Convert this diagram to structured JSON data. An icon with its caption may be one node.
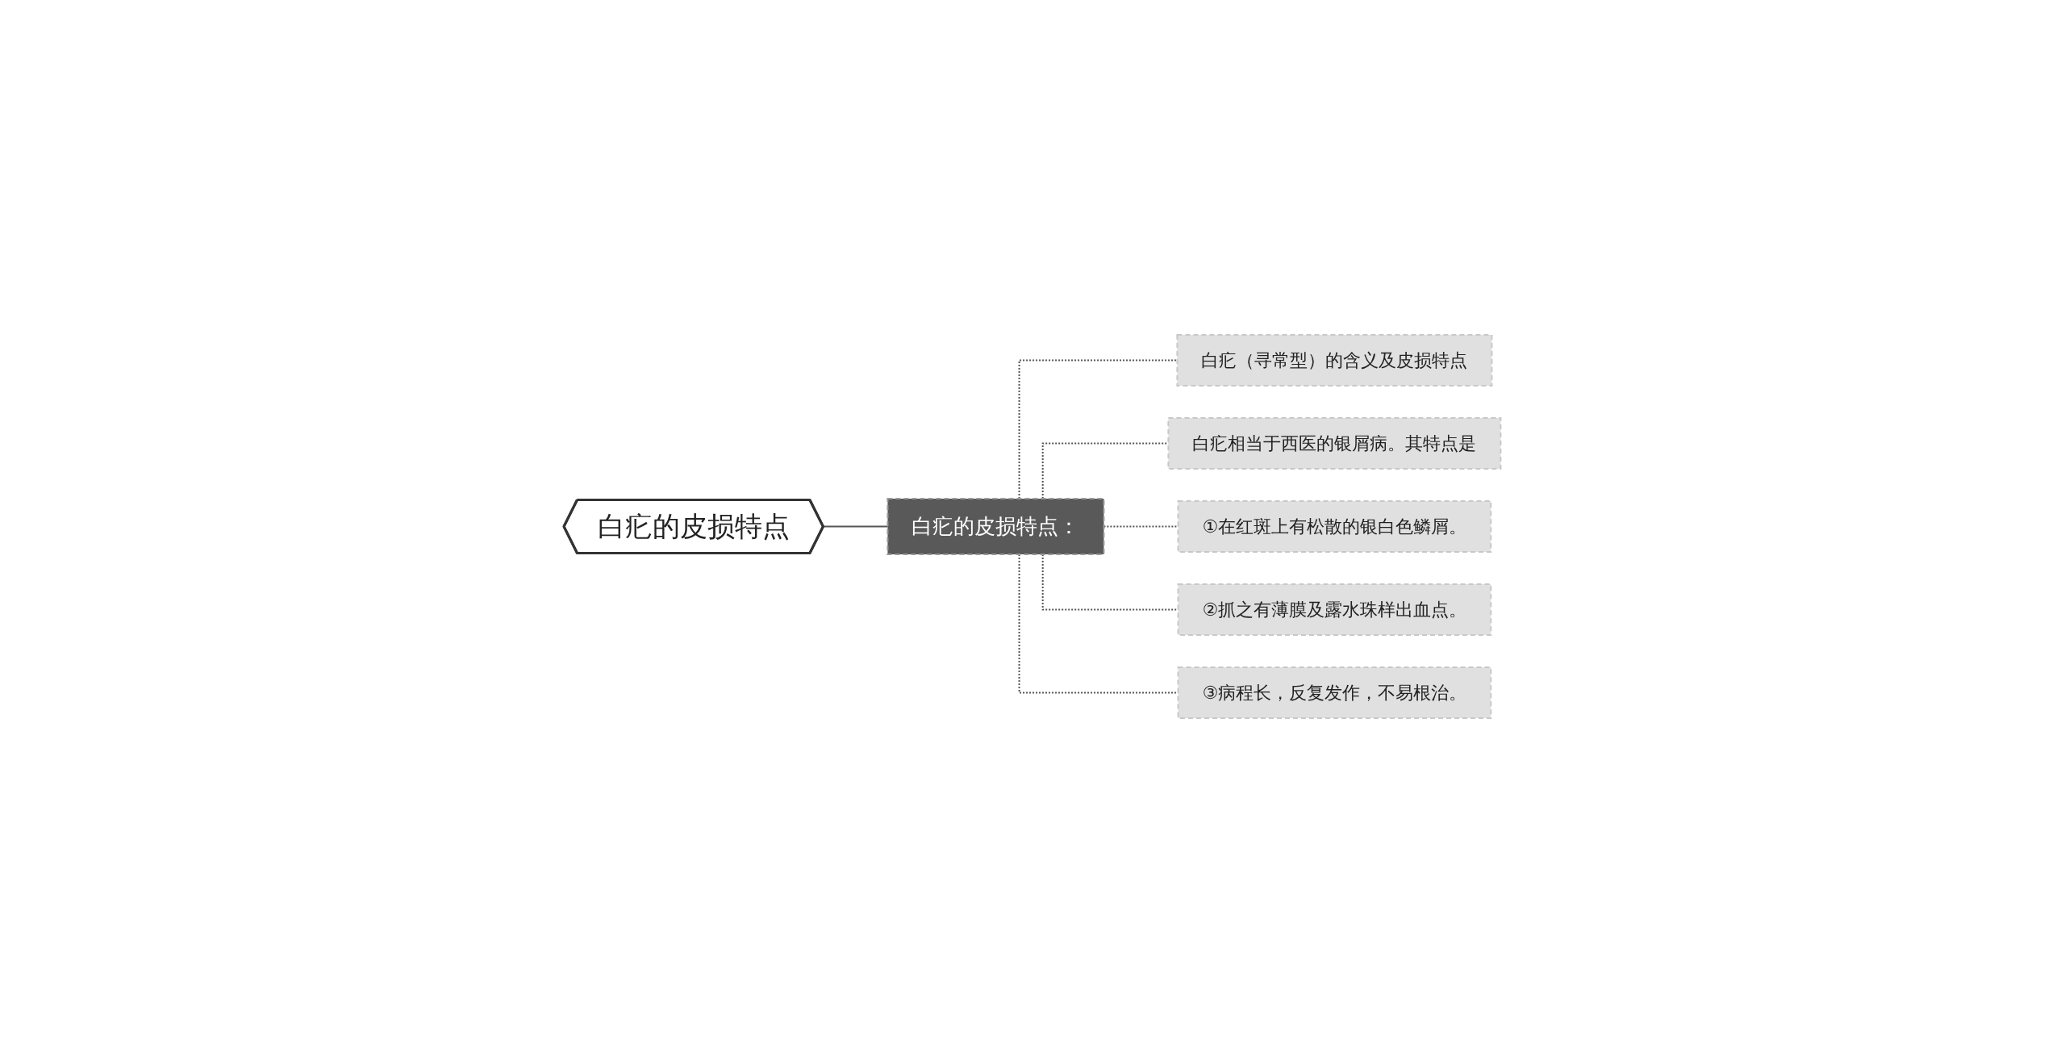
{
  "diagram": {
    "nodes": [
      {
        "text": [
          "白疕的皮损特点"
        ]
      },
      {
        "text": [
          "白疕的皮损特点："
        ]
      },
      {
        "text": [
          "白疕（寻常型）的含义及皮损特点"
        ]
      },
      {
        "text": [
          "白疕相当于西医的银屑病。其特点是"
        ]
      },
      {
        "text": [
          "①在红斑上有松散的银白色鳞屑。"
        ]
      },
      {
        "text": [
          "②抓之有薄膜及露水珠样出血点。"
        ]
      },
      {
        "text": [
          "③病程长，反复发作，不易根治。"
        ]
      }
    ],
    "edges": [
      {
        "from": 0,
        "to": 1,
        "arrow": "none"
      },
      {
        "from": 1,
        "to": 2,
        "arrow": "none",
        "style": "dashed"
      },
      {
        "from": 1,
        "to": 3,
        "arrow": "none",
        "style": "dashed"
      },
      {
        "from": 1,
        "to": 4,
        "arrow": "none",
        "style": "dashed"
      },
      {
        "from": 1,
        "to": 5,
        "arrow": "none",
        "style": "dashed"
      },
      {
        "from": 1,
        "to": 6,
        "arrow": "none",
        "style": "dashed"
      }
    ]
  }
}
